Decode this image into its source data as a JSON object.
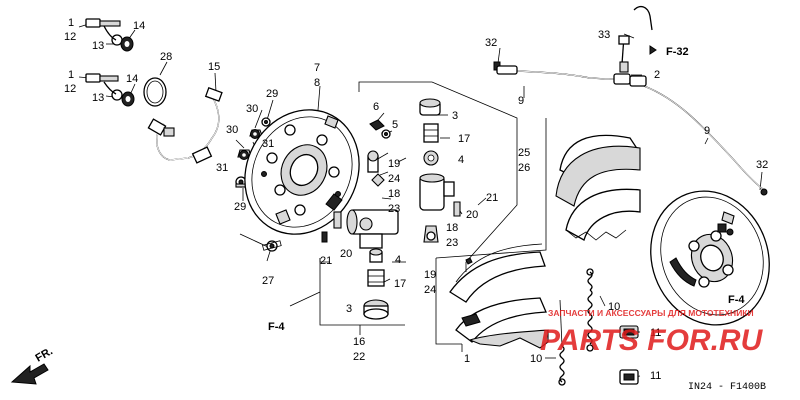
{
  "diagram": {
    "code": "IN24 - F1400B",
    "direction_label": "FR.",
    "watermark_small": "ЗАПЧАСТИ И АКСЕССУАРЫ ДЛЯ МОТОТЕХНИКИ",
    "watermark_big": "PARTS FOR.RU",
    "watermark_color": "#e01b1b",
    "refs": {
      "f32": "F-32",
      "f4_left": "F-4",
      "f4_right": "F-4"
    },
    "labels": {
      "l1a": "1",
      "l12a": "12",
      "l13a": "13",
      "l14a": "14",
      "l1b": "1",
      "l12b": "12",
      "l13b": "13",
      "l14b": "14",
      "l28": "28",
      "l15": "15",
      "l29a": "29",
      "l30a": "30",
      "l31a": "31",
      "l30b": "30",
      "l31b": "31",
      "l29b": "29",
      "l7": "7",
      "l8": "8",
      "l27": "27",
      "l6": "6",
      "l5": "5",
      "l3a": "3",
      "l17a": "17",
      "l4a": "4",
      "l19a": "19",
      "l24a": "24",
      "l18a": "18",
      "l23a": "23",
      "l25": "25",
      "l26": "26",
      "l21a": "21",
      "l20a": "20",
      "l18b": "18",
      "l23b": "23",
      "l19b": "19",
      "l24b": "24",
      "l21b": "21",
      "l20b": "20",
      "l4b": "4",
      "l17b": "17",
      "l3b": "3",
      "l16": "16",
      "l22": "22",
      "l32a": "32",
      "l33": "33",
      "l2": "2",
      "l9a": "9",
      "l9b": "9",
      "l32b": "32",
      "l10a": "10",
      "l10b": "10",
      "l11a": "11",
      "l11b": "11",
      "l1c": "1"
    }
  }
}
